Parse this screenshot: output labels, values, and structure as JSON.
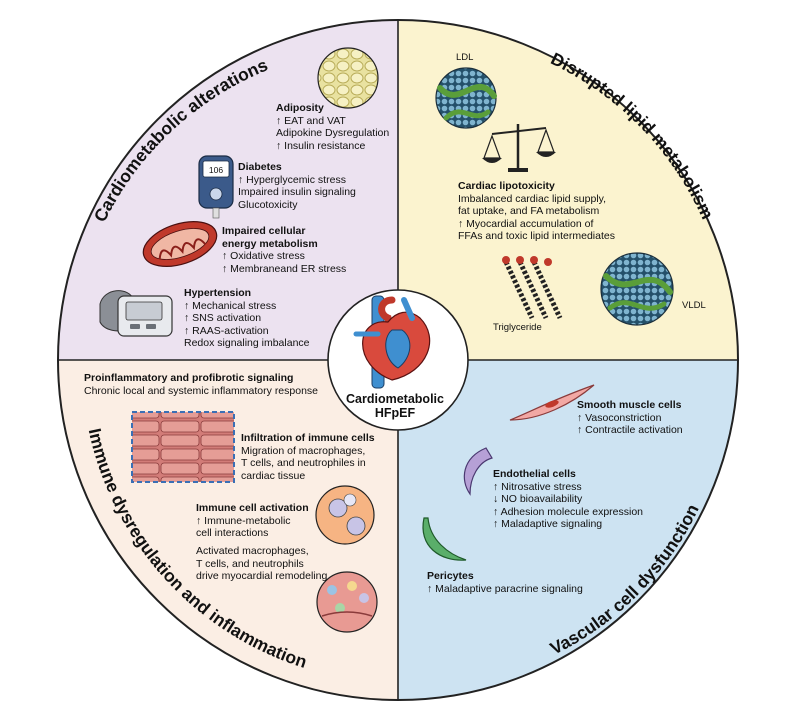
{
  "center": {
    "line1": "Cardiometabolic",
    "line2": "HFpEF"
  },
  "quadrants": {
    "top_left": {
      "title": "Cardiometabolic alterations",
      "color": "#ece2f0",
      "items": [
        {
          "heading": "Adiposity",
          "lines": [
            "↑ EAT and VAT",
            "Adipokine Dysregulation",
            "↑ Insulin resistance"
          ]
        },
        {
          "heading": "Diabetes",
          "lines": [
            "↑ Hyperglycemic stress",
            "Impaired insulin signaling",
            "Glucotoxicity"
          ]
        },
        {
          "heading": "Impaired cellular",
          "heading2": "energy metabolism",
          "lines": [
            "↑ Oxidative stress",
            "↑ Membraneand ER stress"
          ]
        },
        {
          "heading": "Hypertension",
          "lines": [
            "↑ Mechanical stress",
            "↑ SNS activation",
            "↑ RAAS-activation",
            "Redox signaling imbalance"
          ]
        }
      ],
      "glucometer_reading": "106"
    },
    "top_right": {
      "title": "Disrupted lipid metabolism",
      "color": "#fbf3cf",
      "labels": {
        "ldl": "LDL",
        "vldl": "VLDL",
        "triglyceride": "Triglyceride"
      },
      "items": [
        {
          "heading": "Cardiac lipotoxicity",
          "lines": [
            "Imbalanced cardiac lipid supply,",
            "fat uptake, and FA metabolism",
            "↑ Myocardial accumulation of",
            "FFAs and toxic lipid intermediates"
          ]
        }
      ]
    },
    "bottom_left": {
      "title": "Immune dysregulation and inflammation",
      "color": "#fbeee4",
      "items": [
        {
          "heading": "Proinflammatory and profibrotic signaling",
          "lines": [
            "Chronic local and systemic inflammatory response"
          ]
        },
        {
          "heading": "Infiltration of immune cells",
          "lines": [
            "Migration of macrophages,",
            "T cells, and neutrophiles in",
            "cardiac tissue"
          ]
        },
        {
          "heading": "Immune cell activation",
          "lines": [
            "↑ Immune-metabolic",
            "cell interactions"
          ]
        },
        {
          "heading": "",
          "lines": [
            "Activated macrophages,",
            "T cells, and neutrophils",
            "drive myocardial remodeling"
          ]
        }
      ]
    },
    "bottom_right": {
      "title": "Vascular cell dysfunction",
      "color": "#cde3f2",
      "items": [
        {
          "heading": "Smooth muscle cells",
          "lines": [
            "↑ Vasoconstriction",
            "↑ Contractile activation"
          ]
        },
        {
          "heading": "Endothelial cells",
          "lines": [
            "↑ Nitrosative stress",
            "↓ NO bioavailability",
            "↑ Adhesion molecule expression",
            "↑ Maladaptive signaling"
          ]
        },
        {
          "heading": "Pericytes",
          "lines": [
            "↑ Maladaptive paracrine signaling"
          ]
        }
      ]
    }
  }
}
